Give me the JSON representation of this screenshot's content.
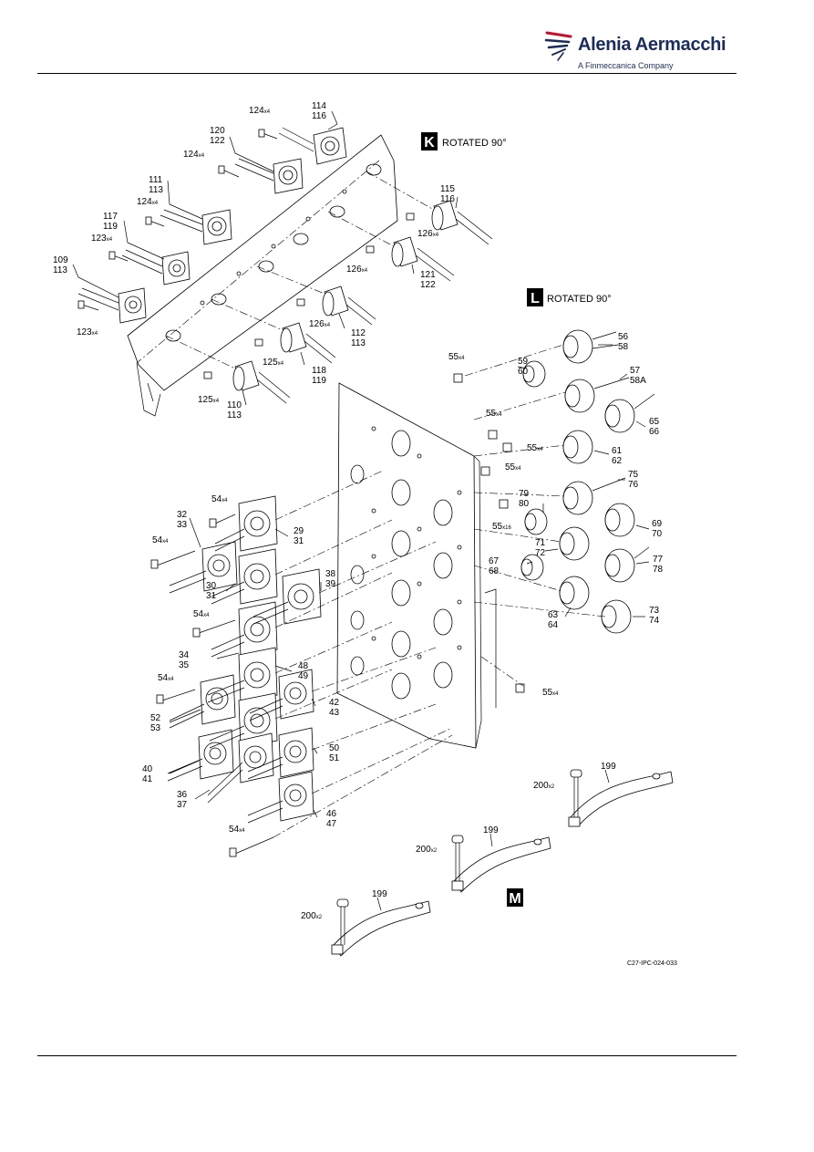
{
  "header": {
    "brand_name": "Alenia Aermacchi",
    "brand_subtitle": "A Finmeccanica Company"
  },
  "figure": {
    "views": [
      {
        "letter": "K",
        "caption": "ROTATED 90°"
      },
      {
        "letter": "L",
        "caption": "ROTATED 90°"
      },
      {
        "letter": "M",
        "caption": ""
      }
    ],
    "figure_code": "C27-IPC-024-033",
    "callouts": [
      {
        "lines": [
          "114",
          "116"
        ]
      },
      {
        "lines": [
          "120",
          "122"
        ]
      },
      {
        "lines": [
          "111",
          "113"
        ]
      },
      {
        "lines": [
          "117",
          "119"
        ]
      },
      {
        "lines": [
          "109",
          "113"
        ]
      },
      {
        "lines": [
          "115",
          "116"
        ]
      },
      {
        "lines": [
          "121",
          "122"
        ]
      },
      {
        "lines": [
          "112",
          "113"
        ]
      },
      {
        "lines": [
          "118",
          "119"
        ]
      },
      {
        "lines": [
          "110",
          "113"
        ]
      },
      {
        "lines": [
          "56",
          "58"
        ]
      },
      {
        "lines": [
          "57",
          "58A"
        ]
      },
      {
        "lines": [
          "59",
          "60"
        ]
      },
      {
        "lines": [
          "65",
          "66"
        ]
      },
      {
        "lines": [
          "61",
          "62"
        ]
      },
      {
        "lines": [
          "75",
          "76"
        ]
      },
      {
        "lines": [
          "79",
          "80"
        ]
      },
      {
        "lines": [
          "69",
          "70"
        ]
      },
      {
        "lines": [
          "71",
          "72"
        ]
      },
      {
        "lines": [
          "67",
          "68"
        ]
      },
      {
        "lines": [
          "77",
          "78"
        ]
      },
      {
        "lines": [
          "63",
          "64"
        ]
      },
      {
        "lines": [
          "73",
          "74"
        ]
      },
      {
        "lines": [
          "32",
          "33"
        ]
      },
      {
        "lines": [
          "29",
          "31"
        ]
      },
      {
        "lines": [
          "30",
          "31"
        ]
      },
      {
        "lines": [
          "38",
          "39"
        ]
      },
      {
        "lines": [
          "34",
          "35"
        ]
      },
      {
        "lines": [
          "48",
          "49"
        ]
      },
      {
        "lines": [
          "42",
          "43"
        ]
      },
      {
        "lines": [
          "52",
          "53"
        ]
      },
      {
        "lines": [
          "50",
          "51"
        ]
      },
      {
        "lines": [
          "40",
          "41"
        ]
      },
      {
        "lines": [
          "36",
          "37"
        ]
      },
      {
        "lines": [
          "46",
          "47"
        ]
      }
    ],
    "single_refs": [
      {
        "ref": "124",
        "qty": "x4"
      },
      {
        "ref": "124",
        "qty": "x4"
      },
      {
        "ref": "124",
        "qty": "x4"
      },
      {
        "ref": "123",
        "qty": "x4"
      },
      {
        "ref": "123",
        "qty": "x4"
      },
      {
        "ref": "126",
        "qty": "x4"
      },
      {
        "ref": "126",
        "qty": "x4"
      },
      {
        "ref": "126",
        "qty": "x4"
      },
      {
        "ref": "125",
        "qty": "x4"
      },
      {
        "ref": "125",
        "qty": "x4"
      },
      {
        "ref": "55",
        "qty": "x4"
      },
      {
        "ref": "55",
        "qty": "x4"
      },
      {
        "ref": "55",
        "qty": "x4"
      },
      {
        "ref": "55",
        "qty": "x4"
      },
      {
        "ref": "55",
        "qty": "x16"
      },
      {
        "ref": "55",
        "qty": "x4"
      },
      {
        "ref": "54",
        "qty": "x4"
      },
      {
        "ref": "54",
        "qty": "x4"
      },
      {
        "ref": "54",
        "qty": "x4"
      },
      {
        "ref": "54",
        "qty": "x4"
      },
      {
        "ref": "54",
        "qty": "x4"
      },
      {
        "ref": "199",
        "qty": ""
      },
      {
        "ref": "199",
        "qty": ""
      },
      {
        "ref": "199",
        "qty": ""
      },
      {
        "ref": "200",
        "qty": "x2"
      },
      {
        "ref": "200",
        "qty": "x2"
      },
      {
        "ref": "200",
        "qty": "x2"
      }
    ]
  }
}
